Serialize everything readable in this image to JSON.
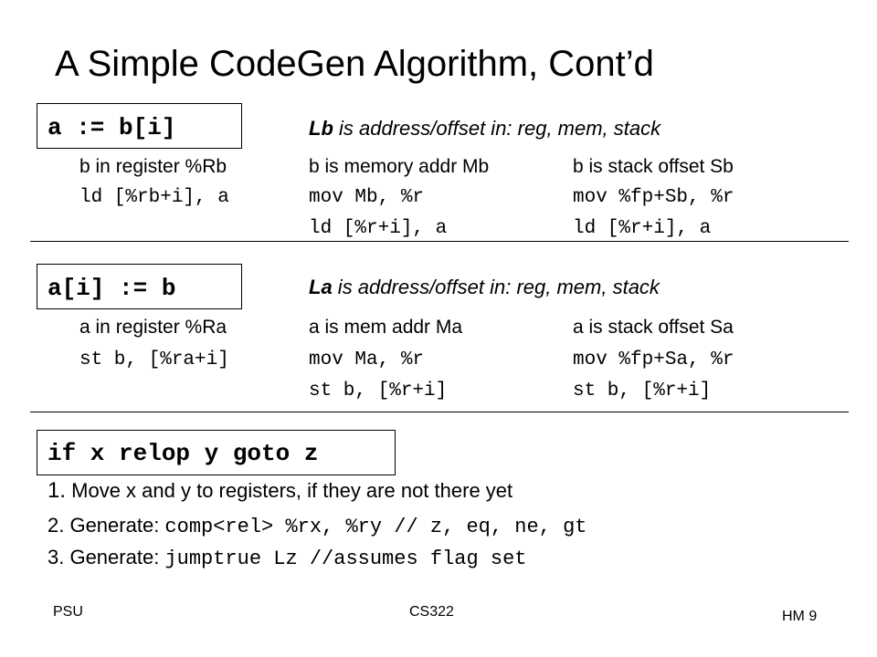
{
  "title": "A Simple CodeGen Algorithm, Cont’d",
  "section1": {
    "box_code": "a := b[i]",
    "heading_lead": "Lb",
    "heading_rest": " is address/offset in: reg, mem, stack",
    "col1_label": "b in register %Rb",
    "col2_label": "b is memory addr Mb",
    "col3_label": "b is stack offset Sb",
    "col1_code1": "ld [%rb+i], a",
    "col2_code1": "mov Mb, %r",
    "col3_code1": "mov %fp+Sb, %r",
    "col2_code2": "ld [%r+i], a",
    "col3_code2": "ld [%r+i], a"
  },
  "section2": {
    "box_code": "a[i] := b",
    "heading_lead": "La",
    "heading_rest": " is address/offset in: reg, mem, stack",
    "col1_label": "a in register %Ra",
    "col2_label": "a is mem addr Ma",
    "col3_label": "a is stack offset Sa",
    "col1_code1": "st b, [%ra+i]",
    "col2_code1": "mov Ma, %r",
    "col3_code1": "mov %fp+Sa, %r",
    "col2_code2": "st b, [%r+i]",
    "col3_code2": "st b, [%r+i]"
  },
  "section3": {
    "box_code": "if x relop y goto z",
    "step1_num": "1.",
    "step1_text": " Move x and y to registers, if they are not there yet",
    "step2_prefix": "2. Generate: ",
    "step2_code": "comp<rel> %rx, %ry // z, eq, ne, gt",
    "step3_prefix": "3. Generate: ",
    "step3_code": "jumptrue Lz //assumes flag set"
  },
  "footer": {
    "left": "PSU",
    "center": "CS322",
    "right": "HM 9"
  }
}
